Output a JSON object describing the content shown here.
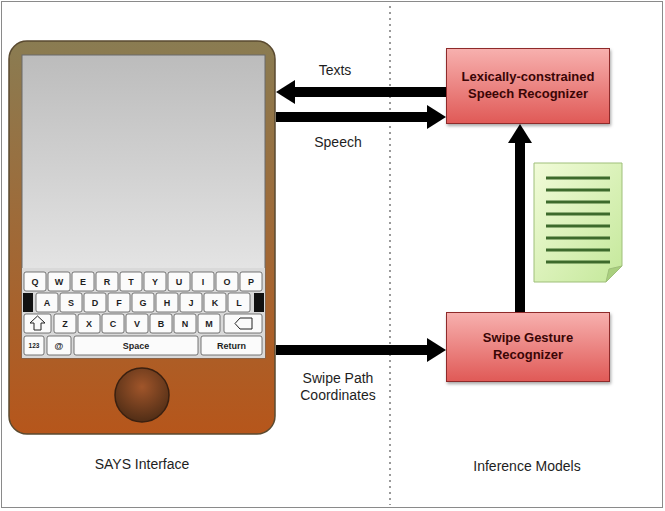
{
  "diagram": {
    "nodes": [
      {
        "text": [
          "SAYS Interface"
        ]
      },
      {
        "text": [
          "Lexically-constrained Speech Recognizer"
        ]
      },
      {
        "text": [
          "Swipe Gesture Recognizer"
        ]
      }
    ],
    "edges": [
      {
        "from": 1,
        "to": 0,
        "label": "Texts",
        "arrow": "to"
      },
      {
        "from": 0,
        "to": 1,
        "label": "Speech",
        "arrow": "to"
      },
      {
        "from": 0,
        "to": 2,
        "label": "Swipe Path Coordinates",
        "arrow": "to"
      },
      {
        "from": 2,
        "to": 1,
        "arrow": "to"
      }
    ],
    "labels": [
      "Inference Models",
      "Q",
      "W",
      "E",
      "R",
      "T",
      "Y",
      "U",
      "I",
      "O",
      "P",
      "A",
      "S",
      "D",
      "F",
      "G",
      "H",
      "J",
      "K",
      "L",
      "Z",
      "X",
      "C",
      "V",
      "B",
      "N",
      "M",
      "123",
      "@",
      "Space",
      "Return"
    ]
  }
}
